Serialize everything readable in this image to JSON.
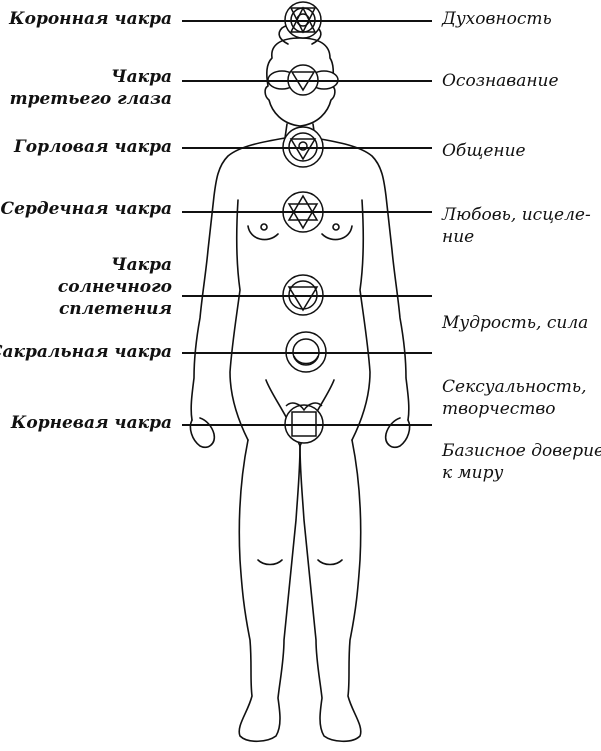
{
  "chakras": [
    {
      "name_lines": [
        "Коронная чакра"
      ],
      "meaning_lines": [
        "Духовность"
      ]
    },
    {
      "name_lines": [
        "Чакра",
        "третьего глаза"
      ],
      "meaning_lines": [
        "Осознавание"
      ]
    },
    {
      "name_lines": [
        "Горловая чакра"
      ],
      "meaning_lines": [
        "Общение"
      ]
    },
    {
      "name_lines": [
        "Сердечная чакра"
      ],
      "meaning_lines": [
        "Любовь, исцеле-",
        "ние"
      ]
    },
    {
      "name_lines": [
        "Чакра",
        "солнечного",
        "сплетения"
      ],
      "meaning_lines": [
        "Мудрость, сила"
      ]
    },
    {
      "name_lines": [
        "Сакральная чакра"
      ],
      "meaning_lines": [
        "Сексуальность,",
        "творчество"
      ]
    },
    {
      "name_lines": [
        "Корневая чакра"
      ],
      "meaning_lines": [
        "Базисное доверие",
        "к миру"
      ]
    }
  ]
}
